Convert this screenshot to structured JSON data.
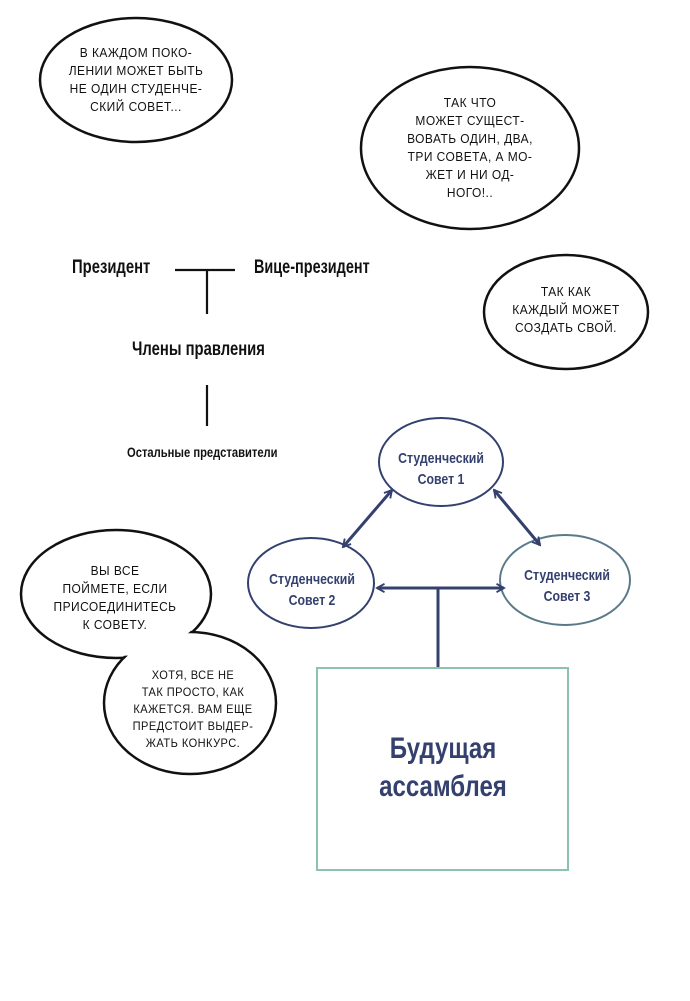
{
  "bubbles": {
    "top_left": [
      "в каждом поко-",
      "лении может быть",
      "не один студенче-",
      "ский совет..."
    ],
    "top_right": [
      "так что",
      "может сущест-",
      "вовать один, два,",
      "три совета, а мо-",
      "жет и ни од-",
      "ного!.."
    ],
    "right": [
      "так как",
      "каждый может",
      "создать свой."
    ],
    "bottom_upper": [
      "вы все",
      "поймете, если",
      "присоединитесь",
      "к совету."
    ],
    "bottom_lower": [
      "хотя, все не",
      "так просто, как",
      "кажется. вам еще",
      "предстоит выдер-",
      "жать конкурс."
    ]
  },
  "org_chart": {
    "president": "Президент",
    "vice_president": "Вице-президент",
    "board_members": "Члены правления",
    "other_representatives": "Остальные представители"
  },
  "councils": {
    "c1": [
      "Студенческий",
      "Совет 1"
    ],
    "c2": [
      "Студенческий",
      "Совет 2"
    ],
    "c3": [
      "Студенческий",
      "Совет 3"
    ]
  },
  "assembly": [
    "Будущая",
    "ассамблея"
  ],
  "colors": {
    "navy": "#34406e",
    "teal": "#8cc2b4",
    "ink": "#111111"
  }
}
